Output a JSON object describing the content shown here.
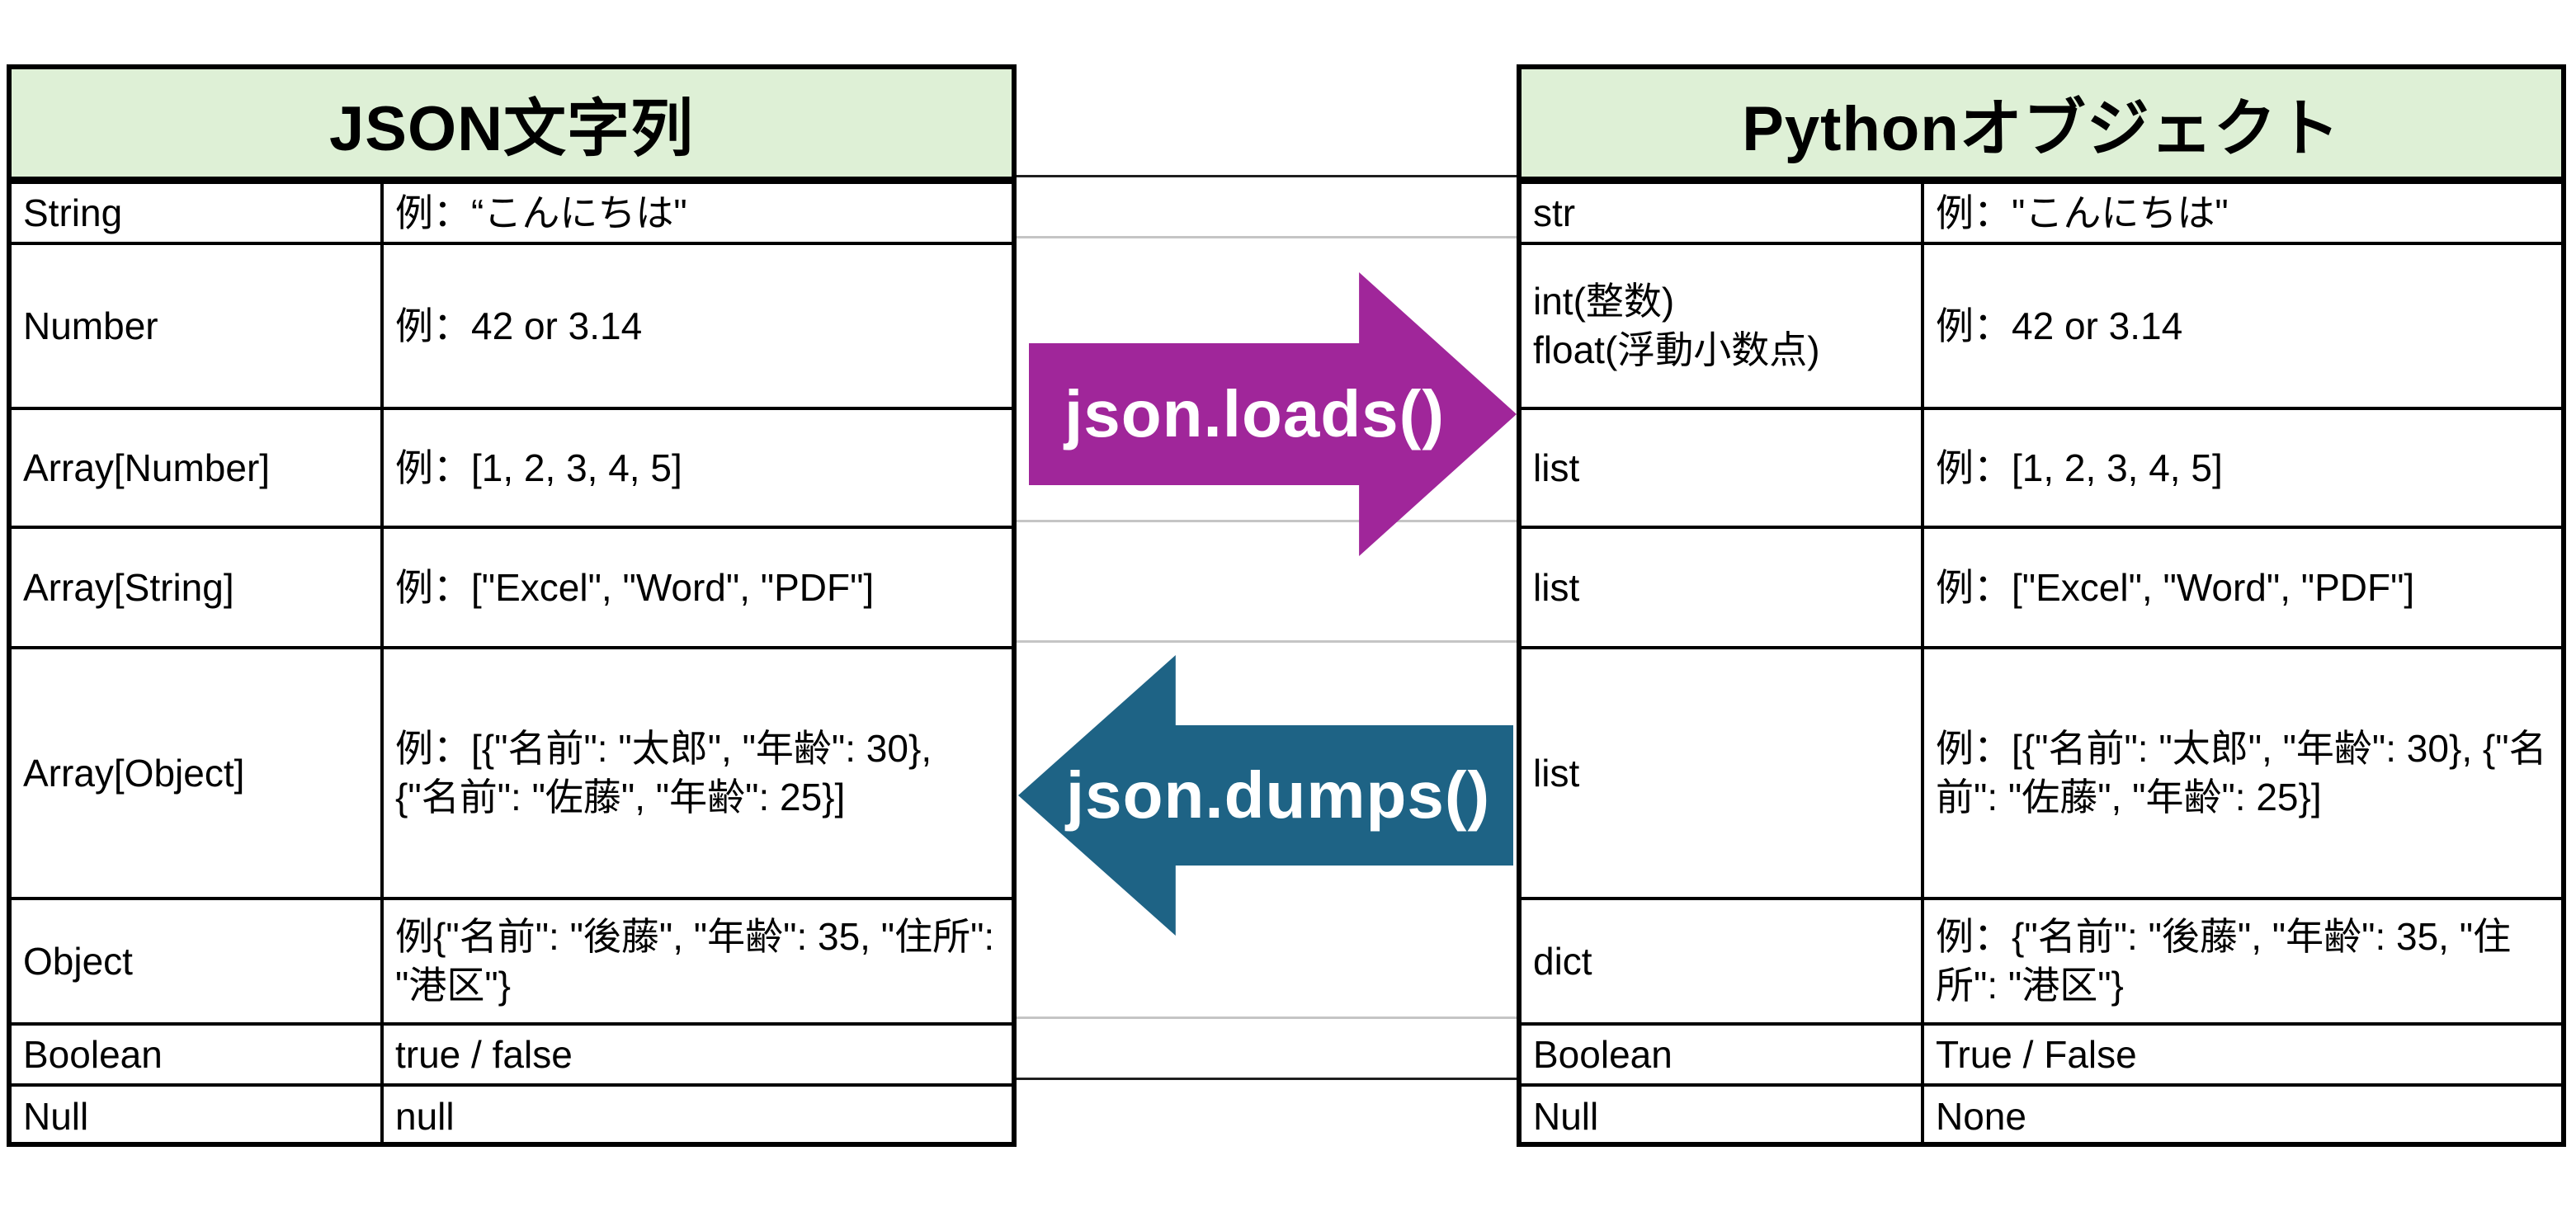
{
  "left_table": {
    "title": "JSON文字列",
    "rows": [
      {
        "type": "String",
        "example": "例：“こんにちは\""
      },
      {
        "type": "Number",
        "example": "例：42 or 3.14"
      },
      {
        "type": "Array[Number]",
        "example": "例：[1, 2, 3, 4, 5]"
      },
      {
        "type": "Array[String]",
        "example": "例：[\"Excel\", \"Word\", \"PDF\"]"
      },
      {
        "type": "Array[Object]",
        "example": "例：[{\"名前\": \"太郎\", \"年齢\": 30}, {\"名前\": \"佐藤\", \"年齢\": 25}]"
      },
      {
        "type": "Object",
        "example": "例{\"名前\": \"後藤\", \"年齢\": 35, \"住所\": \"港区\"}"
      },
      {
        "type": "Boolean",
        "example": "true / false"
      },
      {
        "type": "Null",
        "example": "null"
      }
    ]
  },
  "right_table": {
    "title": "Pythonオブジェクト",
    "rows": [
      {
        "type": "str",
        "example": "例：\"こんにちは\""
      },
      {
        "type": "int(整数)\nfloat(浮動小数点)",
        "example": "例：42 or 3.14"
      },
      {
        "type": "list",
        "example": "例：[1, 2, 3, 4, 5]"
      },
      {
        "type": "list",
        "example": "例：[\"Excel\", \"Word\", \"PDF\"]"
      },
      {
        "type": "list",
        "example": "例：[{\"名前\": \"太郎\", \"年齢\": 30}, {\"名前\": \"佐藤\", \"年齢\": 25}]"
      },
      {
        "type": "dict",
        "example": "例：{\"名前\": \"後藤\", \"年齢\": 35, \"住所\": \"港区\"}"
      },
      {
        "type": "Boolean",
        "example": "True / False"
      },
      {
        "type": "Null",
        "example": "None"
      }
    ]
  },
  "arrows": {
    "loads_label": "json.loads()",
    "dumps_label": "json.dumps()"
  },
  "colors": {
    "loads_arrow": "#A0269A",
    "dumps_arrow": "#1E6385",
    "header_fill": "#DEF0D6",
    "border": "#000000",
    "gridline": "#c5c5c5"
  }
}
